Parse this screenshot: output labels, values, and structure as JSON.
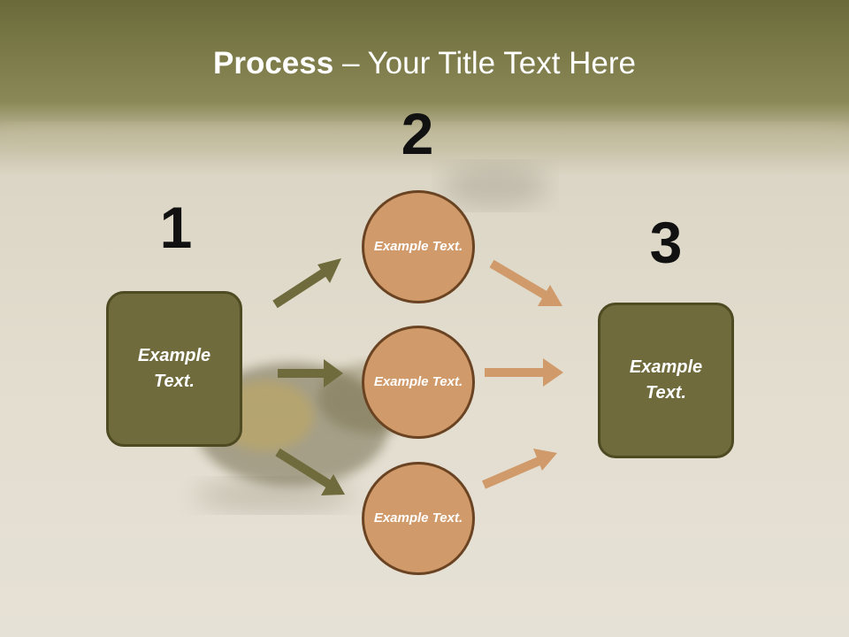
{
  "slide": {
    "title_bold": "Process",
    "title_rest": " – Your Title Text Here"
  },
  "steps": {
    "one": {
      "number": "1",
      "text": "Example Text."
    },
    "two": {
      "number": "2",
      "circles": [
        "Example Text.",
        "Example Text.",
        "Example Text."
      ]
    },
    "three": {
      "number": "3",
      "text": "Example Text."
    }
  },
  "colors": {
    "box_fill": "#6f6b3c",
    "circle_fill": "#d09a6a",
    "arrow_in": "#6f6b3c",
    "arrow_out": "#d09a6a",
    "title_bar": "#6b6a3a"
  }
}
